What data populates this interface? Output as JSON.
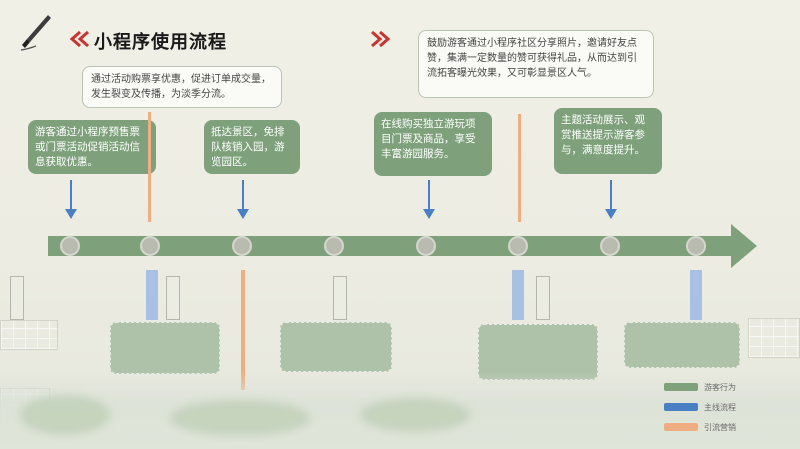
{
  "title": "小程序使用流程",
  "notes": {
    "top_left": "通过活动购票享优惠，促进订单成交量，发生裂变及传播，为淡季分流。",
    "top_right": "鼓励游客通过小程序社区分享照片，邀请好友点赞，集满一定数量的赞可获得礼品，从而达到引流拓客曝光效果，又可彰显景区人气。"
  },
  "steps": [
    "游客通过小程序预售票或门票活动促销活动信息获取优惠。",
    "抵达景区，免排队核销入园，游览园区。",
    "在线购买独立游玩项目门票及商品，享受丰富游园服务。",
    "主题活动展示、观赏推送提示游客参与，满意度提升。"
  ],
  "legend": [
    "游客行为",
    "主线流程",
    "引流营销"
  ],
  "colors": {
    "green": "#7ea17c",
    "blue": "#4a7fc4",
    "orange": "#efae82",
    "red": "#c9342e"
  }
}
